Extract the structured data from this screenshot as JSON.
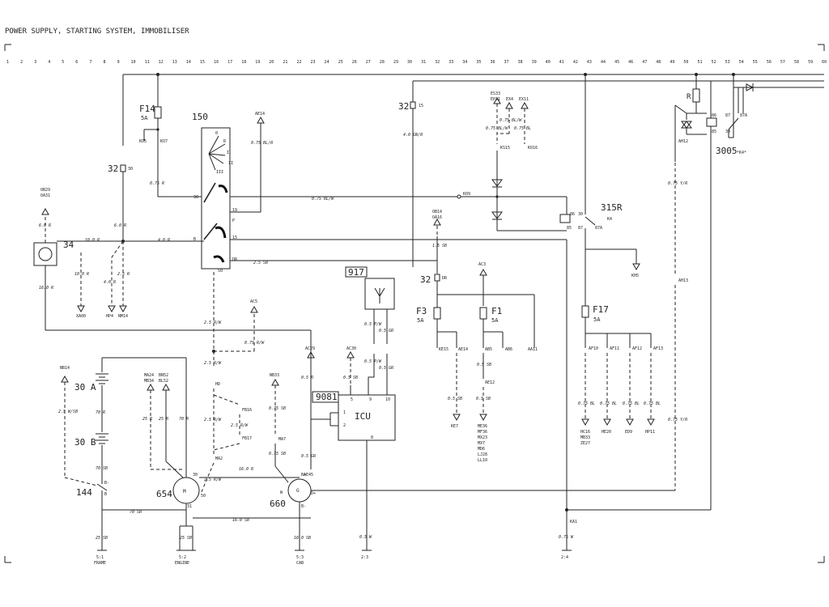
{
  "title": "POWER SUPPLY, STARTING SYSTEM, IMMOBILISER",
  "columns": [
    "1",
    "2",
    "3",
    "4",
    "5",
    "6",
    "7",
    "8",
    "9",
    "10",
    "11",
    "12",
    "13",
    "14",
    "15",
    "16",
    "17",
    "18",
    "19",
    "20",
    "21",
    "22",
    "23",
    "24",
    "25",
    "26",
    "27",
    "28",
    "29",
    "30",
    "31",
    "32",
    "33",
    "34",
    "35",
    "36",
    "37",
    "38",
    "39",
    "40",
    "41",
    "42",
    "43",
    "44",
    "45",
    "46",
    "47",
    "48",
    "49",
    "50",
    "51",
    "52",
    "53",
    "54",
    "55",
    "56",
    "57",
    "58",
    "59",
    "60"
  ],
  "components": {
    "f14": {
      "name": "F14",
      "rating": "5A"
    },
    "f3": {
      "name": "F3",
      "rating": "5A"
    },
    "f1": {
      "name": "F1",
      "rating": "5A"
    },
    "f17": {
      "name": "F17",
      "rating": "5A"
    },
    "ign_switch": {
      "name": "150",
      "positions": [
        "0",
        "R",
        "I",
        "II",
        "III"
      ],
      "terminals": [
        "30",
        "B",
        "19",
        "P",
        "15",
        "DR",
        "50"
      ]
    },
    "c34": {
      "name": "34"
    },
    "c917": {
      "name": "917"
    },
    "c9081": {
      "name": "9081"
    },
    "icu": {
      "name": "ICU",
      "pins": [
        "5",
        "9",
        "10",
        "1",
        "2",
        "8"
      ]
    },
    "bat_a": {
      "name": "30 A"
    },
    "bat_b": {
      "name": "30 B"
    },
    "c144": {
      "name": "144",
      "pins": [
        "B-",
        "B"
      ]
    },
    "c654": {
      "name": "654",
      "symbol": "M",
      "pins": [
        "30",
        "31",
        "50"
      ]
    },
    "c660": {
      "name": "660",
      "symbol": "G",
      "pins": [
        "B+",
        "W",
        "D+",
        "B-"
      ]
    },
    "relay315": {
      "name": "315R",
      "sub": "K4",
      "pins": [
        "30",
        "86",
        "85",
        "87",
        "87A"
      ]
    },
    "relay3005": {
      "name": "3005",
      "sub": "*K4*",
      "pins": [
        "86",
        "85",
        "87",
        "87A",
        "30"
      ],
      "resistor": "R"
    }
  },
  "connectors": {
    "c32a": {
      "name": "32",
      "pin": "30"
    },
    "c32b": {
      "name": "32",
      "pin": "15"
    },
    "c32c": {
      "name": "32",
      "pin": "DR"
    }
  },
  "refs": {
    "r_ob29": "OB29",
    "r_oa31": "OA31",
    "r_ae14": "AE14",
    "r_ko5": "KO5",
    "r_ko7": "KO7",
    "r_es33": "ES33",
    "r_ep31": "EP31",
    "r_ex4": "EX4",
    "r_ex11": "EX11",
    "r_ks15": "KS15",
    "r_ko16": "KO16",
    "r_ko9": "KO9",
    "r_ob14": "OB14",
    "r_oa16": "OA16",
    "r_xa00": "XA00",
    "r_hp4": "HP4",
    "r_nm14": "NM14",
    "r_kh5": "KH5",
    "r_ah12": "AH12",
    "r_ah13": "AH13",
    "r_ac3": "AC3",
    "r_ke15": "KE15",
    "r_ae14b": "AE14",
    "r_ab5": "AB5",
    "r_ab6": "AB6",
    "r_aa11": "AA11",
    "r_af10": "AF10",
    "r_af11": "AF11",
    "r_af12": "AF12",
    "r_af13": "AF13",
    "r_ke7": "KE7",
    "r_me36": [
      "ME36",
      "MF36",
      "MX23",
      "MX7",
      "MD6",
      "LJ28",
      "LL10"
    ],
    "r_hc16": [
      "HC16",
      "MB33",
      "ZE27"
    ],
    "r_he20": "HE20",
    "r_ed9": "ED9",
    "r_hp11": "HP11",
    "r_nb14": "NB14",
    "r_ma24": [
      "MA24",
      "MB34"
    ],
    "r_bn52": [
      "BN52",
      "BL52"
    ],
    "r_ac5": "AC5",
    "r_nb33": "NB33",
    "r_ac29": "AC29",
    "r_ac30": "AC30",
    "r_ae45": "AE45",
    "r_ae12": "AE12",
    "r_fb16": "FB16",
    "r_fb17": "FB17",
    "r_ma7": "MA7",
    "r_ma2": "MA2",
    "r_hd": "HD",
    "r_ka1": "KA1"
  },
  "wires": {
    "w_075r": "0.75 R",
    "w_075blr": "0.75 BL/R",
    "w_075blw": "0.75 BL/W",
    "w_40gnr": "4.0 GN/R",
    "w_60r": "6.0 R",
    "w_100r": "10.0 R",
    "w_40r": "4.0 R",
    "w_25r": "2.5 R",
    "w_25sb": "2.5 SB",
    "w_15sb": "1.5 SB",
    "w_160r": "16.0 R",
    "w_075blw2": "0.75 BL/W",
    "w_075bl": "0.75 BL",
    "w_075yr": "0.75 Y/R",
    "w_25rw": "2.5 R/W",
    "w_075rw": "0.75 R/W",
    "w_05pw": "0.5 P/W",
    "w_05gr": "0.5 GR",
    "w_05r": "0.5 R",
    "w_05sb": "0.5 SB",
    "w_075sb": "0.75 SB",
    "w_05w": "0.5 W",
    "w_075w": "0.75 W",
    "w_25wsb": "2.5 W/SB",
    "w_70r": "70 R",
    "w_70sb": "70 SB",
    "w_25sb2": "25 SB",
    "w_160sb": "16.0 SB",
    "w_25r2": "25 R"
  },
  "grounds": {
    "g1": {
      "name": "5:1",
      "label": "FRAME"
    },
    "g2": {
      "name": "5:2",
      "label": "ENGINE"
    },
    "g3": {
      "name": "5:3",
      "label": "CAB"
    },
    "g4": {
      "name": "2:3",
      "label": ""
    },
    "g5": {
      "name": "2:4",
      "label": ""
    }
  },
  "colors": {
    "ink": "#222222",
    "paper": "#ffffff"
  }
}
